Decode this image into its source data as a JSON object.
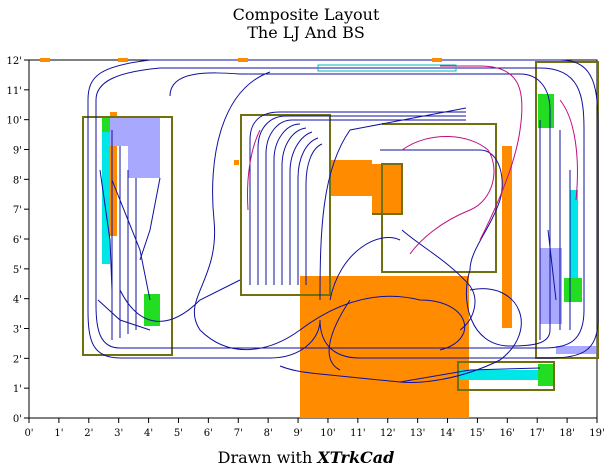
{
  "titles": {
    "line1": "Composite Layout",
    "line2": "The LJ And BS"
  },
  "footer": {
    "prefix": "Drawn with ",
    "brand": "XTrkCad"
  },
  "axes": {
    "x_unit": "feet",
    "y_unit": "feet",
    "x_range": [
      0,
      19
    ],
    "y_range": [
      0,
      12
    ],
    "x_ticks": [
      "0'",
      "1'",
      "2'",
      "3'",
      "4'",
      "5'",
      "6'",
      "7'",
      "8'",
      "9'",
      "10'",
      "11'",
      "12'",
      "13'",
      "14'",
      "15'",
      "16'",
      "17'",
      "18'",
      "19'"
    ],
    "y_ticks": [
      "0'",
      "1'",
      "2'",
      "3'",
      "4'",
      "5'",
      "6'",
      "7'",
      "8'",
      "9'",
      "10'",
      "11'",
      "12'"
    ]
  },
  "colors": {
    "track": "#1010a0",
    "track_alt": "#c01080",
    "benchwork": "#707010",
    "orange": "#ff8c00",
    "green": "#22dd22",
    "cyan": "#00e5e5",
    "lavender": "#a8a8ff"
  }
}
